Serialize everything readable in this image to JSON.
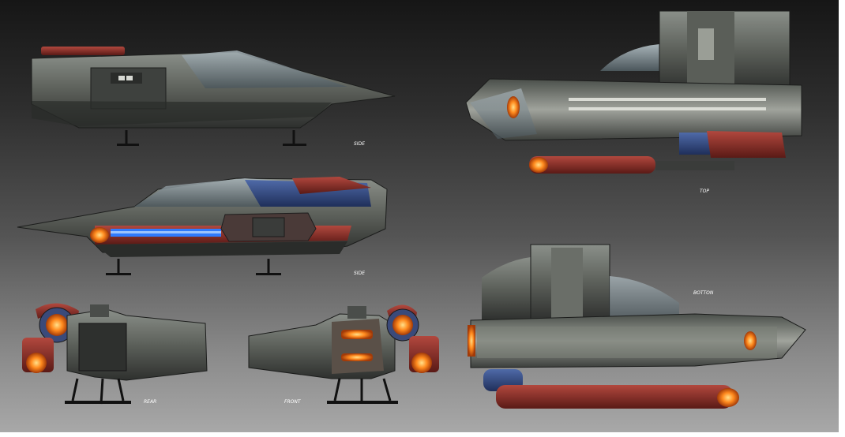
{
  "labels": {
    "side_top": "SIDE",
    "side_bottom": "SIDE",
    "top": "TOP",
    "bottom": "BOTTON",
    "rear": "REAR",
    "front": "FRONT"
  },
  "colors": {
    "hull_dark": "#3a3c3a",
    "hull_mid": "#5e625c",
    "hull_light": "#8e928a",
    "glass": "#7f8d94",
    "accent_red": "#8a2a24",
    "accent_blue": "#2e4a86",
    "thruster_orange": "#ff7a1e",
    "light_blue": "#2f7bff"
  }
}
